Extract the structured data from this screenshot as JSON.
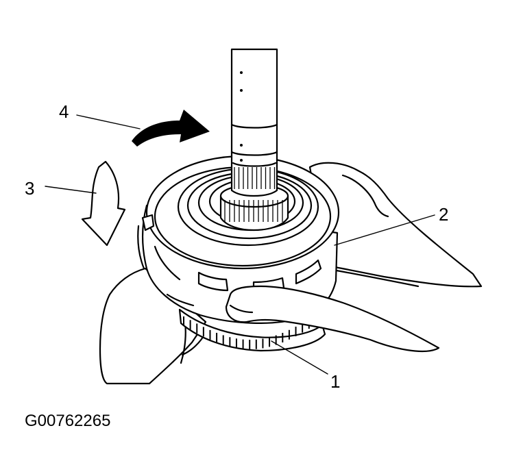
{
  "callouts": {
    "c1": "1",
    "c2": "2",
    "c3": "3",
    "c4": "4"
  },
  "figure_code": "G00762265",
  "colors": {
    "ink": "#000000",
    "background": "#ffffff"
  }
}
